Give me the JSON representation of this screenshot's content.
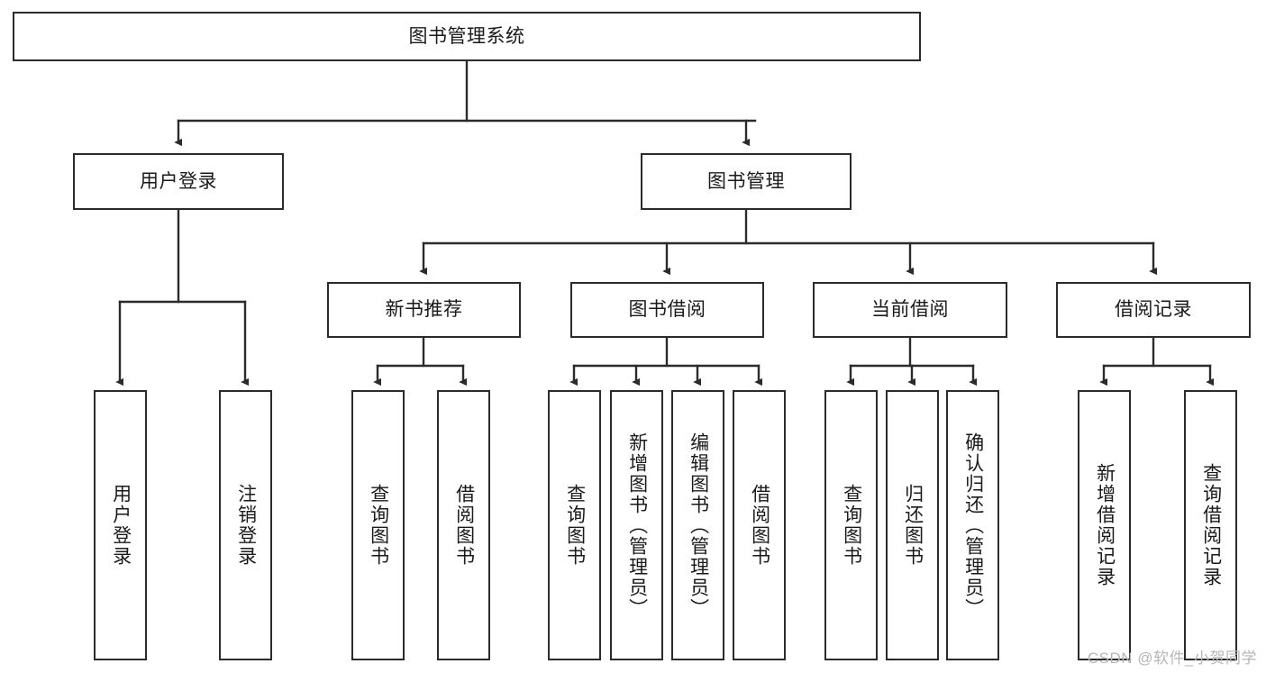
{
  "diagram": {
    "type": "tree-hierarchy-flowchart",
    "title": "图书管理系统",
    "orientation": "top-down",
    "theme": {
      "background": "#ffffff",
      "box_fill": "#ffffff",
      "box_stroke": "#2b2b2b",
      "connector_stroke": "#2b2b2b",
      "text_color": "#1a1a1a",
      "watermark_color": "#b6b6b6"
    },
    "root": {
      "label": "图书管理系统"
    },
    "level2": [
      {
        "id": "user-login",
        "label": "用户登录"
      },
      {
        "id": "book-manage",
        "label": "图书管理"
      }
    ],
    "level3": [
      {
        "id": "new-book-recommend",
        "label": "新书推荐",
        "parent": "book-manage"
      },
      {
        "id": "book-borrow",
        "label": "图书借阅",
        "parent": "book-manage"
      },
      {
        "id": "current-borrow",
        "label": "当前借阅",
        "parent": "book-manage"
      },
      {
        "id": "borrow-record",
        "label": "借阅记录",
        "parent": "book-manage"
      }
    ],
    "leaves": {
      "user-login": [
        {
          "id": "leaf-user-login",
          "label": "用户登录"
        },
        {
          "id": "leaf-user-logout",
          "label": "注销登录"
        }
      ],
      "new-book-recommend": [
        {
          "id": "leaf-query-book-1",
          "label": "查询图书"
        },
        {
          "id": "leaf-borrow-book-1",
          "label": "借阅图书"
        }
      ],
      "book-borrow": [
        {
          "id": "leaf-query-book-2",
          "label": "查询图书"
        },
        {
          "id": "leaf-add-book",
          "label": "新增图书（管理员）"
        },
        {
          "id": "leaf-edit-book",
          "label": "编辑图书（管理员）"
        },
        {
          "id": "leaf-borrow-book-2",
          "label": "借阅图书"
        }
      ],
      "current-borrow": [
        {
          "id": "leaf-query-book-3",
          "label": "查询图书"
        },
        {
          "id": "leaf-return-book",
          "label": "归还图书"
        },
        {
          "id": "leaf-confirm-return",
          "label": "确认归还（管理员）"
        }
      ],
      "borrow-record": [
        {
          "id": "leaf-add-record",
          "label": "新增借阅记录"
        },
        {
          "id": "leaf-query-record",
          "label": "查询借阅记录"
        }
      ]
    }
  },
  "watermark": {
    "text": "CSDN @软件_小贺同学"
  }
}
